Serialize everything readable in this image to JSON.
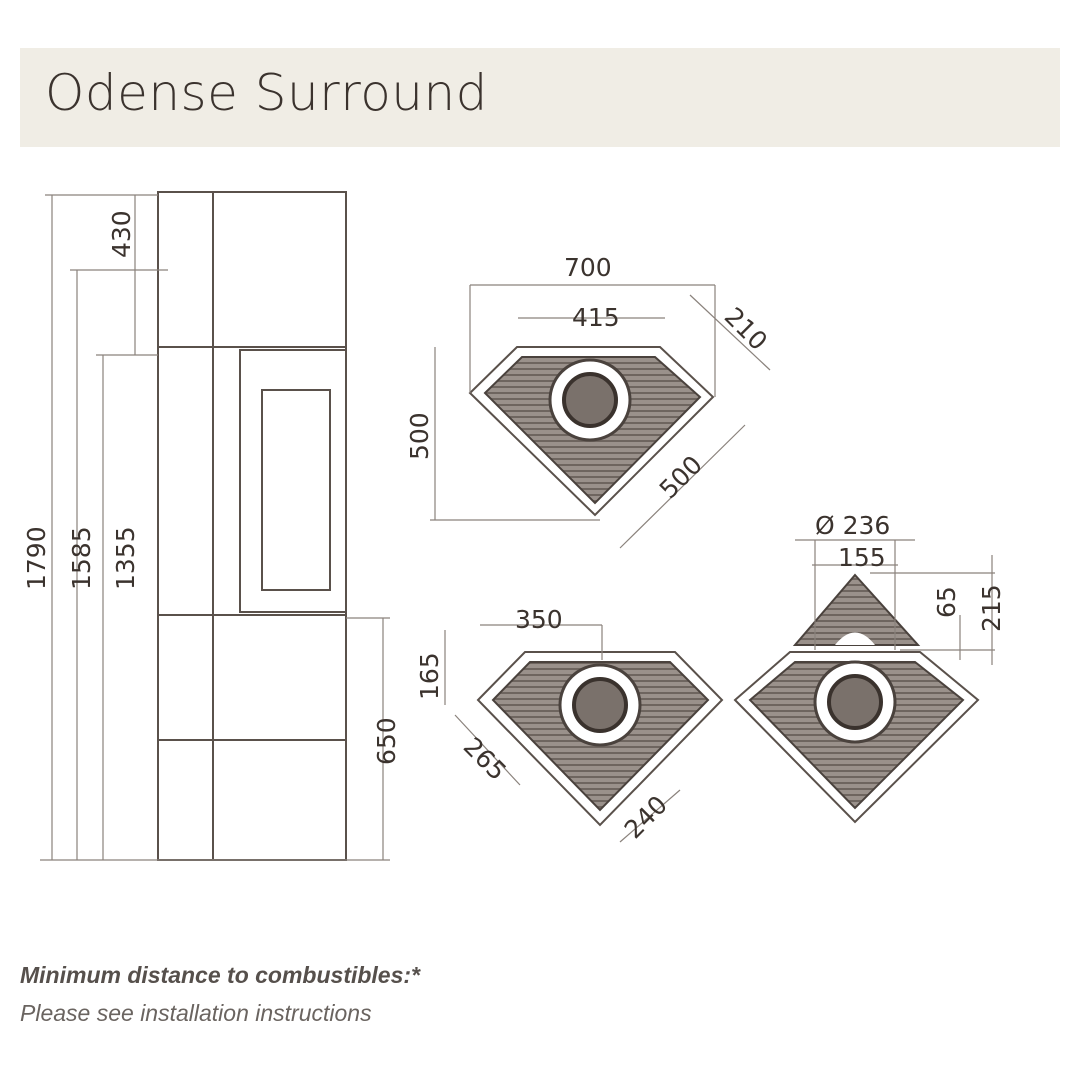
{
  "header": {
    "title": "Odense Surround"
  },
  "front_view": {
    "dims": {
      "total_height": "1790",
      "h1585": "1585",
      "h1355": "1355",
      "top_section": "430",
      "bottom_section": "650"
    }
  },
  "top_view_main": {
    "dims": {
      "width": "700",
      "front": "415",
      "side": "210",
      "depth": "500",
      "diag": "500"
    }
  },
  "top_view_rear": {
    "dims": {
      "width": "350",
      "depth": "165",
      "side_a": "265",
      "side_b": "240"
    }
  },
  "top_view_flue": {
    "dims": {
      "flue_diameter": "Ø 236",
      "inner": "155",
      "offset": "65",
      "depth": "215"
    }
  },
  "footer": {
    "line1": "Minimum distance to combustibles:*",
    "line2": "Please see installation instructions"
  }
}
